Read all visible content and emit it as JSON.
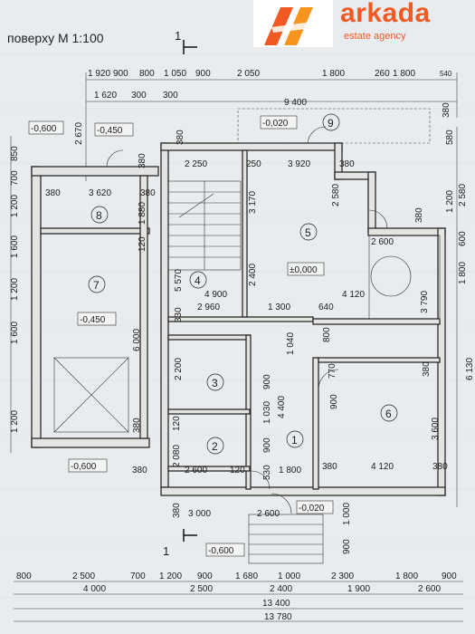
{
  "title": "поверху М 1:100",
  "logo": {
    "name": "arkada",
    "tagline": "estate agency"
  },
  "section_marks": {
    "top": "1",
    "bottom": "1"
  },
  "dims": {
    "top_row1": [
      "1 920",
      "900",
      "800",
      "1 050",
      "900",
      "2 050",
      "1 800",
      "260",
      "1 800",
      "540"
    ],
    "top_row2": [
      "1 620",
      "300",
      "300",
      "9 400"
    ],
    "bottom_row1": [
      "800",
      "2 500",
      "700",
      "1 200",
      "900",
      "1 680",
      "1 000",
      "2 300",
      "1 800",
      "900"
    ],
    "bottom_row2": [
      "4 000",
      "2 500",
      "2 400",
      "1 900",
      "2 600"
    ],
    "bottom_total1": "13 400",
    "bottom_total2": "13 780",
    "left_col": [
      "850",
      "700",
      "1 200",
      "1 600",
      "1 200",
      "1 600",
      "1 200"
    ],
    "right_col": [
      "580",
      "2 580",
      "1 200",
      "600",
      "1 800",
      "6 130"
    ],
    "inner": {
      "d2670": "2 670",
      "d380a": "380",
      "d2250": "2 250",
      "d250": "250",
      "d3920": "3 920",
      "d380b": "380",
      "d380c": "380",
      "d3620": "3 620",
      "d380d": "380",
      "d1880": "1 880",
      "d2580": "2 580",
      "d3170": "3 170",
      "d2600a": "2 600",
      "d380e": "380",
      "d120a": "120",
      "d5570": "5 570",
      "d2400a": "2 400",
      "d4900": "4 900",
      "d4120a": "4 120",
      "d3790": "3 790",
      "d2960": "2 960",
      "d1300": "1 300",
      "d640": "640",
      "d330": "330",
      "d6000": "6 000",
      "d800": "800",
      "d1040": "1 040",
      "d2200": "2 200",
      "d770": "770",
      "d380f": "380",
      "d900a": "900",
      "d900b": "900",
      "d4400": "4 400",
      "d1030": "1 030",
      "d3600": "3 600",
      "d380g": "380",
      "d120b": "120",
      "d900c": "900",
      "d2080": "2 080",
      "d530": "530",
      "d1800": "1 800",
      "d380h": "380",
      "d4120b": "4 120",
      "d380i": "380",
      "d380j": "380",
      "d2600b": "2 600",
      "d120c": "120",
      "d380k": "380",
      "d3000": "3 000",
      "d2600c": "2 600",
      "d1000": "1 000",
      "d900d": "900",
      "d380l": "380",
      "d380m": "380"
    }
  },
  "levels": [
    "-0,600",
    "-0,450",
    "-0,020",
    "±0,000",
    "-0,450",
    "-0,600",
    "-0,020",
    "-0,600"
  ],
  "rooms": [
    "9",
    "8",
    "5",
    "4",
    "7",
    "3",
    "6",
    "2",
    "1"
  ]
}
